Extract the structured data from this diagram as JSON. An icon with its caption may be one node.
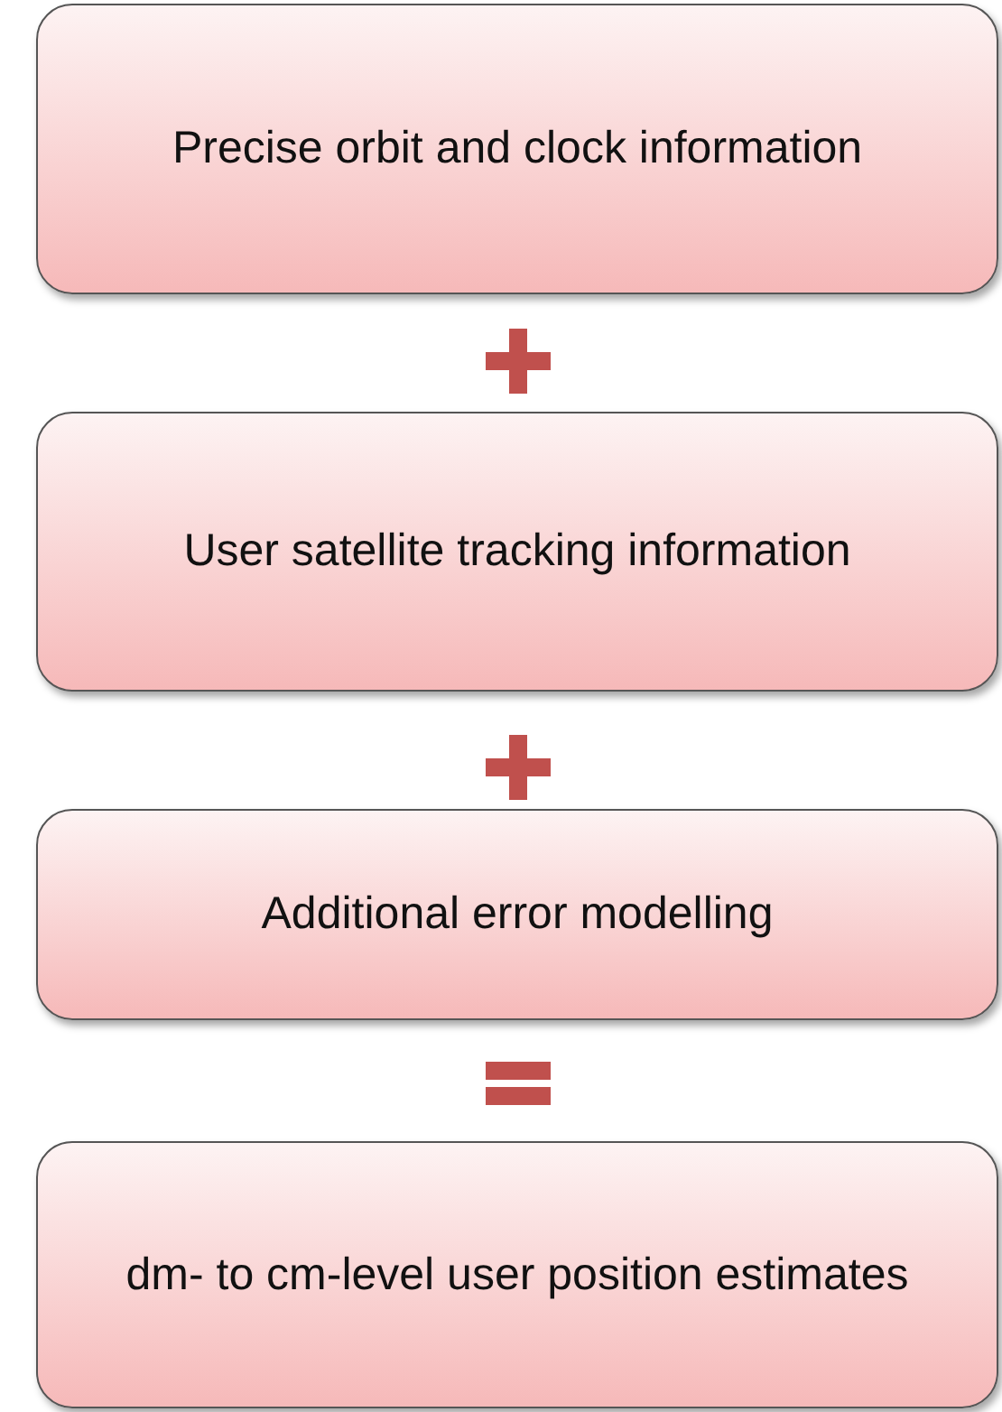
{
  "diagram": {
    "nodes": [
      {
        "text": [
          "Precise orbit and clock information"
        ]
      },
      {
        "text": [
          "User satellite tracking information"
        ]
      },
      {
        "text": [
          "Additional error modelling"
        ]
      },
      {
        "text": [
          "dm- to cm-level user position estimates"
        ]
      }
    ]
  }
}
